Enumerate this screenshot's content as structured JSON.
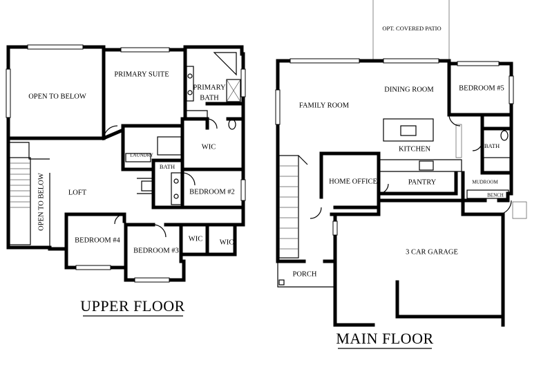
{
  "upper": {
    "title": "UPPER FLOOR",
    "rooms": {
      "open_below_1": "OPEN TO BELOW",
      "primary_suite": "PRIMARY SUITE",
      "primary_bath_1": "PRIMARY",
      "primary_bath_2": "BATH",
      "wic": "WIC",
      "laundry": "LAUNDRY",
      "bath": "BATH",
      "loft": "LOFT",
      "open_below_2": "OPEN TO BELOW",
      "bedroom2": "BEDROOM #2",
      "bedroom3": "BEDROOM #3",
      "bedroom4": "BEDROOM #4",
      "wic2": "WIC",
      "wic3": "WIC"
    }
  },
  "main": {
    "title": "MAIN FLOOR",
    "rooms": {
      "patio": "OPT. COVERED PATIO",
      "family": "FAMILY ROOM",
      "dining": "DINING ROOM",
      "bedroom5": "BEDROOM #5",
      "kitchen": "KITCHEN",
      "bath": "BATH",
      "office": "HOME OFFICE",
      "pantry": "PANTRY",
      "mudroom": "MUDROOM",
      "bench": "BENCH",
      "garage": "3 CAR GARAGE",
      "porch": "PORCH"
    }
  }
}
